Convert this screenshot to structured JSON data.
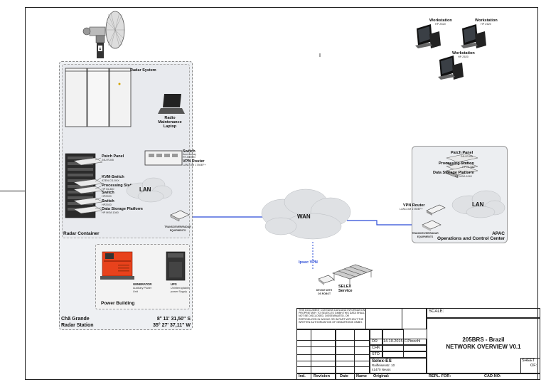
{
  "radar_system": {
    "label": "Radar System"
  },
  "maintenance_laptop": {
    "label": "Radio Maintenance Laptop"
  },
  "switch_vpn": {
    "line1": "Switch",
    "line2": "Accessway",
    "line3": "RT-5000M",
    "line4": "VPN Router",
    "line5": "LANCOM 1780EF+"
  },
  "container": {
    "patch_panel": {
      "label": "Patch Panel",
      "sub": "24U RJ45"
    },
    "kvm": {
      "label": "KVM-Switch",
      "sub": "ATEN CS-9XX"
    },
    "processing": {
      "label": "Processing Station",
      "sub": "HP DL380"
    },
    "switch1": {
      "label": "Switch",
      "sub": "HP2920"
    },
    "switch2": {
      "label": "Switch",
      "sub": "HP2920"
    },
    "storage": {
      "label": "Data Storage Platform",
      "sub": "HP MSA 1040"
    },
    "lan_label": "LAN",
    "transceiver_label": "TRANSCEIVER/RADAR EQUIPMENTS",
    "caption": "Radar Container"
  },
  "power": {
    "generator": {
      "label": "GENERATOR",
      "sub": "Auxiliary Power Unit"
    },
    "ups": {
      "label": "UPS",
      "sub": "Uninterruptable power Supply"
    },
    "caption": "Power Building"
  },
  "site": {
    "name_line1": "Chã Grande",
    "name_line2": "Radar Station",
    "lat": "8° 11' 31,50\" S",
    "lon": "35° 27' 37,11\" W"
  },
  "wan_label": "WAN",
  "ipsec_label": "Ipsec VPN",
  "selex_service": {
    "label": "SELEX Service",
    "device": "DEVICE WITH OS ROBOT"
  },
  "workstations": [
    {
      "label": "Workstation",
      "sub": "HP Z620"
    },
    {
      "label": "Workstation",
      "sub": "HP Z620"
    },
    {
      "label": "Workstation",
      "sub": "HP Z620"
    }
  ],
  "apac": {
    "patch_panel": {
      "label": "Patch Panel",
      "sub": "24U RJ45"
    },
    "processing": {
      "label": "Processing Station",
      "sub": "HP DL380"
    },
    "storage": {
      "label": "Data Storage Platform",
      "sub": "HP MSA 1040"
    },
    "lan_label": "LAN",
    "vpn": {
      "label": "VPN Router",
      "sub": "LANCOM 1780EF+"
    },
    "transceiver_label": "TRANSCEIVER/RADAR EQUIPMENTS",
    "caption_line1": "APAC",
    "caption_line2": "Operations and Control Center"
  },
  "title_block": {
    "notice": "THIS DOCUMENT CONTAINS DATA AND INFORMATION PROPRIETARY TO SELEX-ES GMBH.THIS DATA SHALL NOT BE DISCLOSED, DISSEMINATED, OR REPRODUCED IN WHOLE OR IN PART WITHOUT THE WRITTEN AUTHORIZATION OF GEMATRONIK GMBH.",
    "scale_label": "SCALE:",
    "dr_label": "DR",
    "dr_date": "14.10.2015",
    "dr_name": "F.Pinochl",
    "chk_label": "CHK",
    "std_label": "STD",
    "company": "Selex-ES",
    "address1": "Raiffeisenstr. 10",
    "address2": "41470 Neuss",
    "doc_title1": "205BRS - Brazil",
    "doc_title2": "NETWORK OVERVIEW V0.1",
    "sheet_label": "SHEET",
    "of_label": "OF:",
    "ind_label": "Ind.",
    "revision_label": "Revision",
    "date_label": "Date",
    "name_label": "Name",
    "original_label": "Original:",
    "repl_label": "REPL. FOR:",
    "cad_label": "CAD-NO:"
  }
}
